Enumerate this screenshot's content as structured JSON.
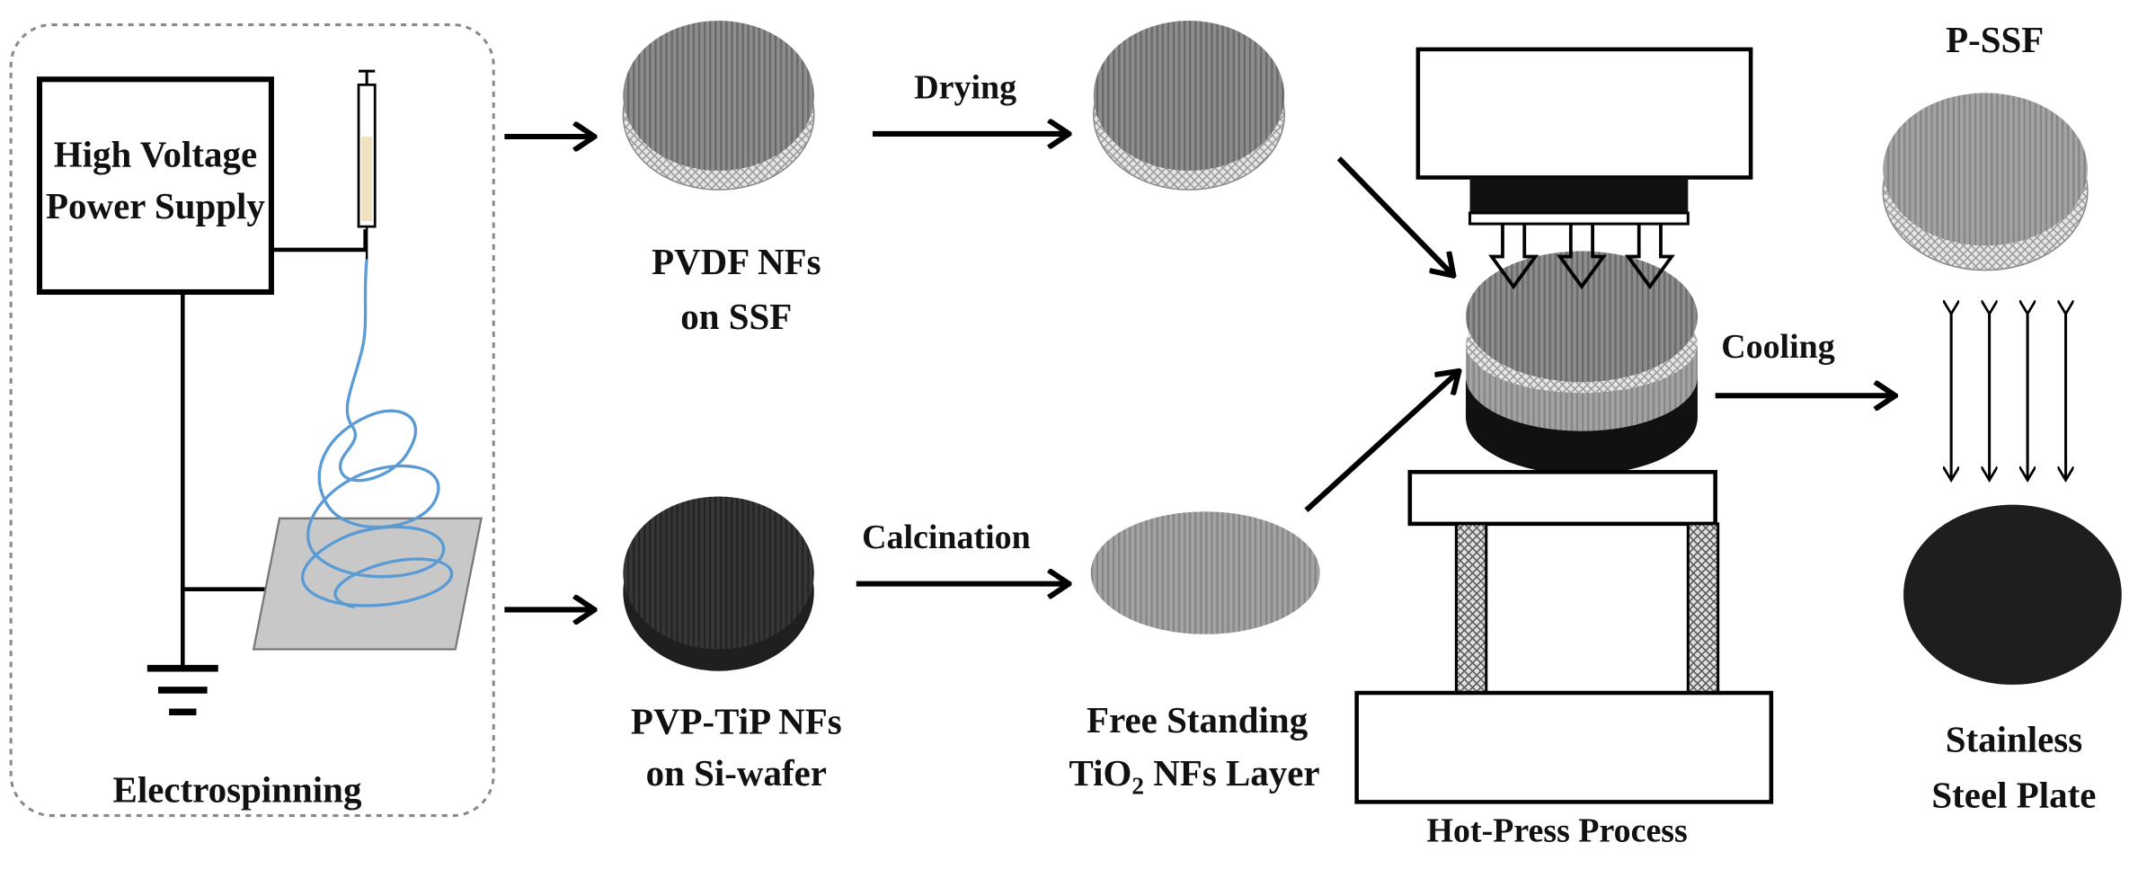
{
  "labels": {
    "power_supply_line1": "High Voltage",
    "power_supply_line2": "Power Supply",
    "electrospinning": "Electrospinning",
    "drying": "Drying",
    "pvdf_line1": "PVDF NFs",
    "pvdf_line2": "on SSF",
    "calcination": "Calcination",
    "pvp_line1": "PVP-TiP NFs",
    "pvp_line2": "on Si-wafer",
    "free_line1": "Free Standing",
    "free_line2_prefix": "TiO",
    "free_line2_sub": "2",
    "free_line2_suffix": " NFs Layer",
    "hot_press": "Hot-Press Process",
    "cooling": "Cooling",
    "pssf": "P-SSF",
    "stainless_line1": "Stainless",
    "stainless_line2": "Steel Plate"
  },
  "colors": {
    "pvdf_fill": "#8a8a8a",
    "pvdf_dark": "#5d5d5d",
    "ssf_mesh": "#cfcfcf",
    "pvp_fill": "#333333",
    "tio2_fill": "#9b9b9b",
    "steel": "#1e1e1e",
    "fiber": "#5b9bd5",
    "collector": "#c8c8c8",
    "pillar": "#b5b5b5"
  }
}
